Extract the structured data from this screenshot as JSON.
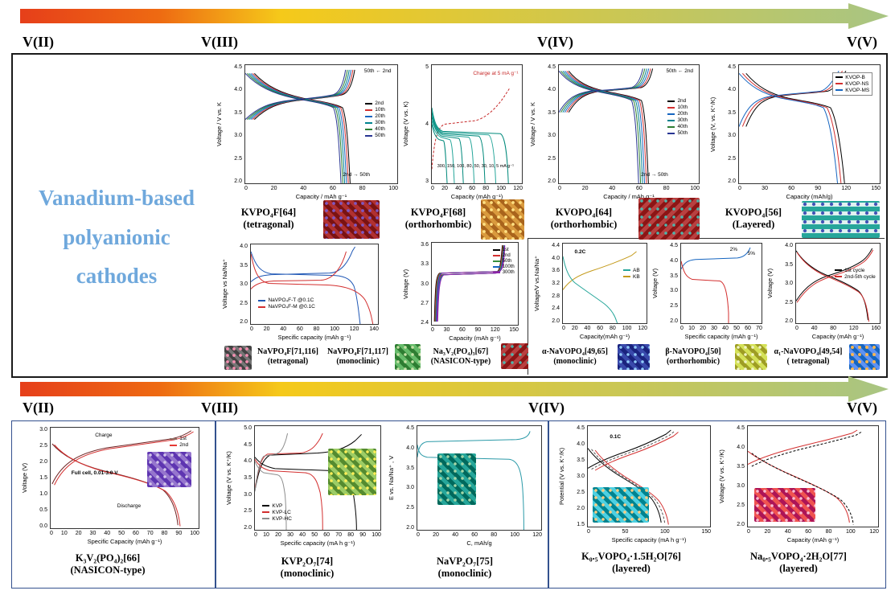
{
  "figure": {
    "title_lines": [
      "Vanadium-based",
      "polyanionic",
      "cathodes"
    ]
  },
  "colors": {
    "title_blue": "#6fa8dc",
    "arrow_c1": "#e63f1a",
    "arrow_c2": "#ee6a12",
    "arrow_c3": "#f5c91a",
    "arrow_c4": "#a8c583",
    "main_border": "#1a1a1a",
    "bottom_border": "#33518e"
  },
  "oxidation_top": [
    "V(II)",
    "V(III)",
    "V(IV)",
    "V(V)"
  ],
  "oxidation_bottom": [
    "V(II)",
    "V(III)",
    "V(IV)",
    "V(V)"
  ],
  "panels": {
    "p1": {
      "caption": "KVPO₄F[64]",
      "phase": "(tetragonal)",
      "ylabel": "Voltage / V vs. K",
      "xlabel": "Capacity / mAh g⁻¹",
      "yticks": [
        "4.5",
        "4.0",
        "3.5",
        "3.0",
        "2.5",
        "2.0"
      ],
      "xticks": [
        "0",
        "20",
        "40",
        "60",
        "80",
        "100"
      ],
      "legend": [
        {
          "label": "2nd",
          "color": "#000000"
        },
        {
          "label": "10th",
          "color": "#d32f2f"
        },
        {
          "label": "20th",
          "color": "#1565c0"
        },
        {
          "label": "30th",
          "color": "#00838f"
        },
        {
          "label": "40th",
          "color": "#2e7d32"
        },
        {
          "label": "50th",
          "color": "#283593"
        }
      ],
      "ann_top": "50th ← 2nd",
      "ann_bottom": "2nd → 50th"
    },
    "p2": {
      "caption": "KVPO₄F[68]",
      "phase": "(orthorhombic)",
      "ylabel": "Voltage (V vs. K)",
      "xlabel": "Capacity (mAh g⁻¹)",
      "yticks": [
        "5",
        "4",
        "3"
      ],
      "xticks": [
        "0",
        "20",
        "40",
        "60",
        "80",
        "100",
        "120"
      ],
      "ann_charge": "Charge at 5 mA g⁻¹",
      "ann_rates": "300, 150, 100, 80, 50, 30, 10, 5 mA g⁻¹"
    },
    "p3": {
      "caption": "KVOPO₄[64]",
      "phase": "(orthorhombic)",
      "ylabel": "Voltage / V vs. K",
      "xlabel": "Capacity / mAh g⁻¹",
      "yticks": [
        "4.5",
        "4.0",
        "3.5",
        "3.0",
        "2.5",
        "2.0"
      ],
      "xticks": [
        "0",
        "20",
        "40",
        "60",
        "80",
        "100"
      ],
      "legend": [
        {
          "label": "2nd",
          "color": "#000000"
        },
        {
          "label": "10th",
          "color": "#d32f2f"
        },
        {
          "label": "20th",
          "color": "#1565c0"
        },
        {
          "label": "30th",
          "color": "#00838f"
        },
        {
          "label": "40th",
          "color": "#2e7d32"
        },
        {
          "label": "50th",
          "color": "#283593"
        }
      ],
      "ann_top": "50th ← 2nd",
      "ann_bottom": "2nd → 50th"
    },
    "p4": {
      "caption": "KVOPO₄[56]",
      "phase": "(Layered)",
      "ylabel": "Voltage (V, vs. K⁺/K)",
      "xlabel": "Capacity (mAh/g)",
      "yticks": [
        "4.5",
        "4.0",
        "3.5",
        "3.0",
        "2.5",
        "2.0"
      ],
      "xticks": [
        "0",
        "30",
        "60",
        "90",
        "120",
        "150"
      ],
      "legend": [
        {
          "label": "KVOP-B",
          "color": "#000000"
        },
        {
          "label": "KVOP-NS",
          "color": "#d32f2f"
        },
        {
          "label": "KVOP-MS",
          "color": "#1565c0"
        }
      ]
    },
    "pa": {
      "ylabel": "Voltage vs Na/Na⁺",
      "xlabel": "Specific capacity (mAh g⁻¹)",
      "yticks": [
        "4.0",
        "3.5",
        "3.0",
        "2.5",
        "2.0"
      ],
      "xticks": [
        "0",
        "20",
        "40",
        "60",
        "80",
        "100",
        "120",
        "140"
      ],
      "legend": [
        {
          "label": "NaVPO₄F-T @0.1C",
          "color": "#1f57b5"
        },
        {
          "label": "NaVPO₄F-M @0.1C",
          "color": "#d32f2f"
        }
      ],
      "captions": [
        {
          "caption": "NaVPO₄F[71,116]",
          "phase": "(tetragonal)"
        },
        {
          "caption": "NaVPO₄F[71,117]",
          "phase": "(monoclinic)"
        }
      ]
    },
    "pb": {
      "caption": "Na₃V₂(PO₄)₃[67]",
      "phase": "(NASICON-type)",
      "ylabel": "Voltage (V)",
      "xlabel": "Capacity (mAh g⁻¹)",
      "yticks": [
        "3.6",
        "3.3",
        "3.0",
        "2.7",
        "2.4"
      ],
      "xticks": [
        "0",
        "30",
        "60",
        "90",
        "120",
        "150"
      ],
      "legend": [
        {
          "label": "1st",
          "color": "#000000"
        },
        {
          "label": "2nd",
          "color": "#d32f2f"
        },
        {
          "label": "50th",
          "color": "#388e3c"
        },
        {
          "label": "100th",
          "color": "#1565c0"
        },
        {
          "label": "300th",
          "color": "#8e24aa"
        }
      ]
    },
    "pc1": {
      "caption": "α-NaVOPO₄[49,65]",
      "phase": "(monoclinic)",
      "ylabel": "Voltage/V vs.Na/Na⁺",
      "xlabel": "Capacity(mAh g⁻¹)",
      "yticks": [
        "4.4",
        "4.0",
        "3.6",
        "3.2",
        "2.8",
        "2.4",
        "2.0"
      ],
      "xticks": [
        "0",
        "20",
        "40",
        "60",
        "80",
        "100",
        "120"
      ],
      "legend": [
        {
          "label": "AB",
          "color": "#26a69a"
        },
        {
          "label": "KB",
          "color": "#c49a1a"
        }
      ],
      "ann_rate": "0.2C"
    },
    "pc2": {
      "caption": "β-NaVOPO₄[50]",
      "phase": "(orthorhombic)",
      "ylabel": "Voltage (V)",
      "xlabel": "Specific capacity (mAh g⁻¹)",
      "yticks": [
        "4.5",
        "4.0",
        "3.5",
        "3.0",
        "2.5",
        "2.0"
      ],
      "xticks": [
        "0",
        "10",
        "20",
        "30",
        "40",
        "50",
        "60",
        "70"
      ],
      "ann_2": "2%",
      "ann_5": "5%"
    },
    "pc3": {
      "caption": "α₁-NaVOPO₄[49,54]",
      "phase": "( tetragonal)",
      "ylabel": "Voltage (V)",
      "xlabel": "Capacity (mAh g⁻¹)",
      "yticks": [
        "4.0",
        "3.5",
        "3.0",
        "2.5",
        "2.0"
      ],
      "xticks": [
        "0",
        "40",
        "80",
        "120",
        "160"
      ],
      "legend": [
        {
          "label": "1st cycle",
          "color": "#000000"
        },
        {
          "label": "2nd-5th cycle",
          "color": "#d32f2f"
        }
      ]
    },
    "b1": {
      "caption": "K₃V₂(PO₄)₂[66]",
      "phase": "(NASICON-type)",
      "ylabel": "Voltage (V)",
      "xlabel": "Specific Capacity (mAh g⁻¹)",
      "yticks": [
        "3.0",
        "2.5",
        "2.0",
        "1.5",
        "1.0",
        "0.5",
        "0.0"
      ],
      "xticks": [
        "0",
        "10",
        "20",
        "30",
        "40",
        "50",
        "60",
        "70",
        "80",
        "90",
        "100"
      ],
      "legend": [
        {
          "label": "1st",
          "color": "#8d6e63"
        },
        {
          "label": "2nd",
          "color": "#e53935"
        }
      ],
      "ann_charge": "Charge",
      "ann_cell": "Full cell, 0.01-3.0 V",
      "ann_discharge": "Discharge"
    },
    "b2": {
      "caption": "KVP₂O₇[74]",
      "phase": "(monoclinic)",
      "ylabel": "Voltage (V vs. K⁺/K)",
      "xlabel": "Specific capacity (mA h g⁻¹)",
      "yticks": [
        "5.0",
        "4.5",
        "4.0",
        "3.5",
        "3.0",
        "2.5",
        "2.0"
      ],
      "xticks": [
        "0",
        "10",
        "20",
        "30",
        "40",
        "50",
        "60",
        "70",
        "80",
        "90",
        "100"
      ],
      "legend": [
        {
          "label": "KVP",
          "color": "#000000"
        },
        {
          "label": "KVP-LC",
          "color": "#d32f2f"
        },
        {
          "label": "KVP-HC",
          "color": "#8d8d8d"
        }
      ]
    },
    "b3": {
      "caption": "NaVP₂O₇[75]",
      "phase": "(monoclinic)",
      "ylabel": "E vs. Na/Na⁺ , V",
      "xlabel": "C, mAh/g",
      "yticks": [
        "4.5",
        "4.0",
        "3.5",
        "3.0",
        "2.5",
        "2.0"
      ],
      "xticks": [
        "0",
        "20",
        "40",
        "60",
        "80",
        "100",
        "120"
      ]
    },
    "b4": {
      "caption": "K₀.₅VOPO₄·1.5H₂O[76]",
      "phase": "(layered)",
      "ylabel": "Potential (V vs. K⁺/K)",
      "xlabel": "Specific capacity (mA h g⁻¹)",
      "yticks": [
        "4.5",
        "4.0",
        "3.5",
        "3.0",
        "2.5",
        "2.0",
        "1.5"
      ],
      "xticks": [
        "0",
        "50",
        "100",
        "150"
      ],
      "ann_rate": "0.1C"
    },
    "b5": {
      "caption": "Na₀.₅VOPO₄·2H₂O[77]",
      "phase": "(layered)",
      "ylabel": "Voltage (V vs. K⁺/K)",
      "xlabel": "Capacity (mAh g⁻¹)",
      "yticks": [
        "4.5",
        "4.0",
        "3.5",
        "3.0",
        "2.5",
        "2.0"
      ],
      "xticks": [
        "0",
        "20",
        "40",
        "60",
        "80",
        "100",
        "120"
      ]
    }
  }
}
